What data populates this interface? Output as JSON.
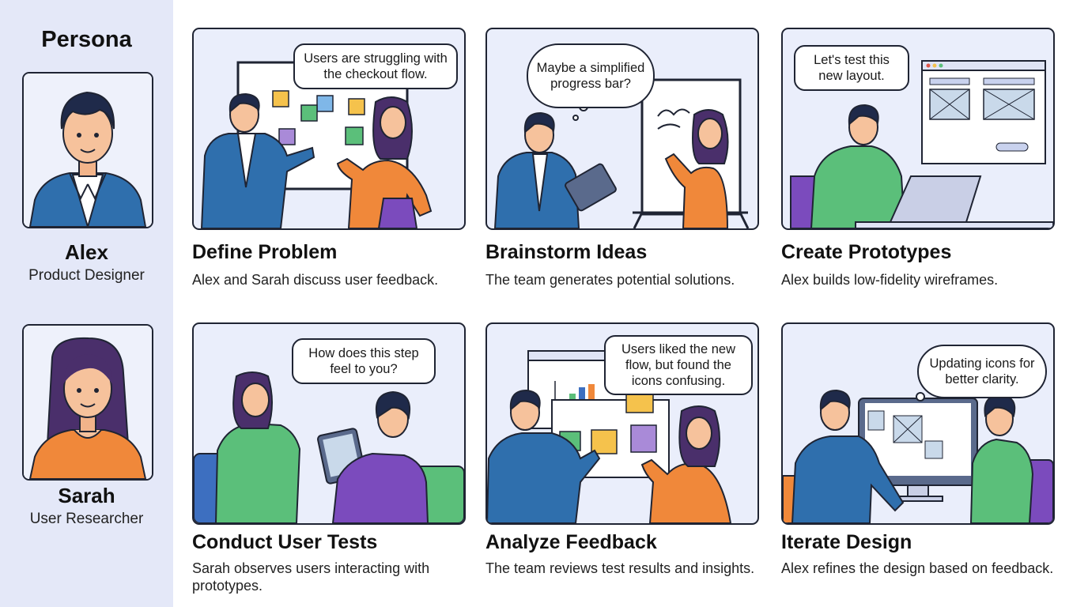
{
  "sidebar": {
    "title": "Persona",
    "personas": [
      {
        "name": "Alex",
        "role": "Product Designer"
      },
      {
        "name": "Sarah",
        "role": "User Researcher"
      }
    ]
  },
  "steps": [
    {
      "title": "Define Problem",
      "description": "Alex and Sarah discuss user feedback.",
      "bubble": "Users are struggling with the checkout flow."
    },
    {
      "title": "Brainstorm Ideas",
      "description": "The team generates potential solutions.",
      "bubble": "Maybe a simplified progress bar?"
    },
    {
      "title": "Create Prototypes",
      "description": "Alex builds low-fidelity wireframes.",
      "bubble": "Let's test this new layout."
    },
    {
      "title": "Conduct User Tests",
      "description": "Sarah observes users interacting with prototypes.",
      "bubble": "How does this step feel to you?"
    },
    {
      "title": "Analyze Feedback",
      "description": "The team reviews test results and insights.",
      "bubble": "Users liked the new flow, but found the icons confusing."
    },
    {
      "title": "Iterate Design",
      "description": "Alex refines the design based on feedback.",
      "bubble": "Updating icons for better clarity."
    }
  ],
  "colors": {
    "sidebar_bg": "#e4e8f8",
    "panel_bg": "#eaeefb",
    "outline": "#1f2433",
    "alex_jacket": "#2f6fad",
    "sarah_shirt": "#f0883a",
    "green_shirt": "#5bbf7a",
    "purple": "#7b4bbd"
  }
}
